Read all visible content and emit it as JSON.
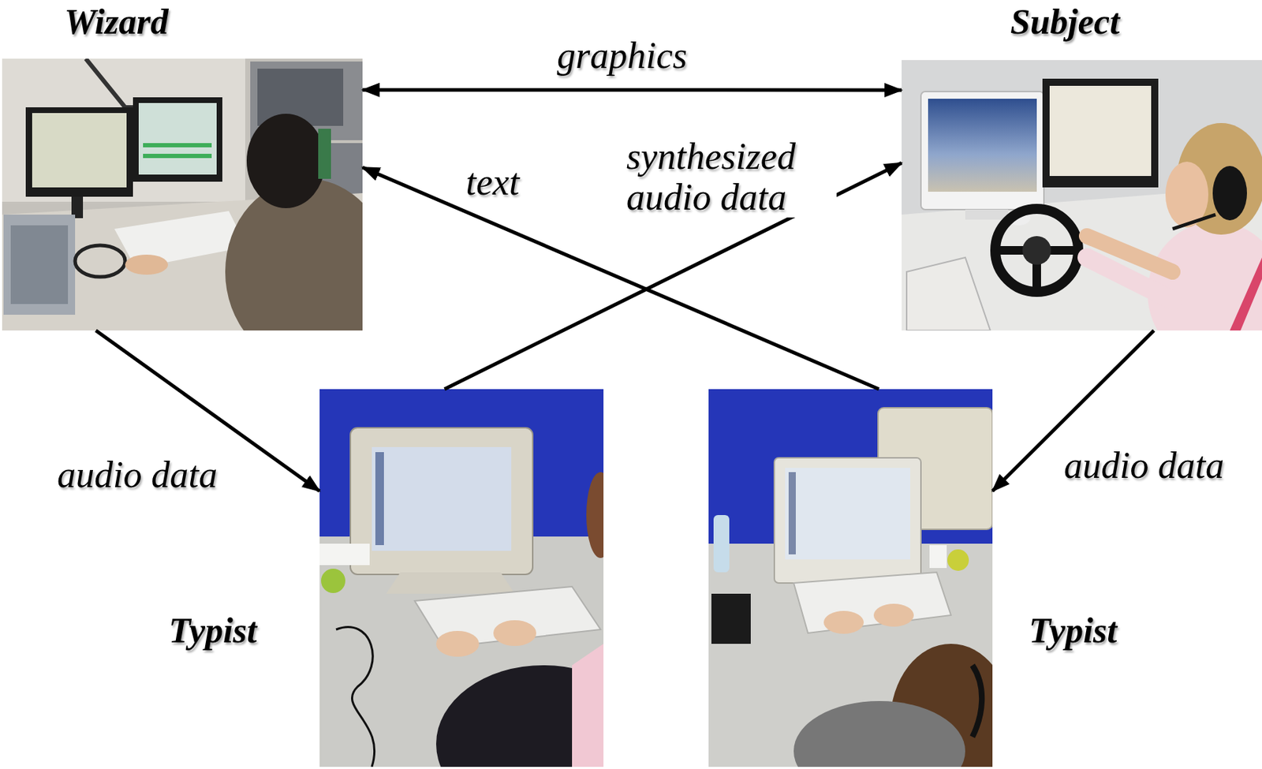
{
  "diagram": {
    "nodes": [
      {
        "text": [
          "Wizard"
        ]
      },
      {
        "text": [
          "Subject"
        ]
      },
      {
        "text": [
          "Typist"
        ]
      },
      {
        "text": [
          "Typist"
        ]
      }
    ],
    "edges": [
      {
        "from": 0,
        "to": 1,
        "label": "graphics",
        "arrow": "both"
      },
      {
        "from": 3,
        "to": 0,
        "label": "text",
        "arrow": "to"
      },
      {
        "from": 2,
        "to": 1,
        "label": "synthesized audio data",
        "arrow": "to"
      },
      {
        "from": 0,
        "to": 2,
        "label": "audio data",
        "arrow": "to"
      },
      {
        "from": 1,
        "to": 3,
        "label": "audio data",
        "arrow": "to"
      }
    ]
  }
}
